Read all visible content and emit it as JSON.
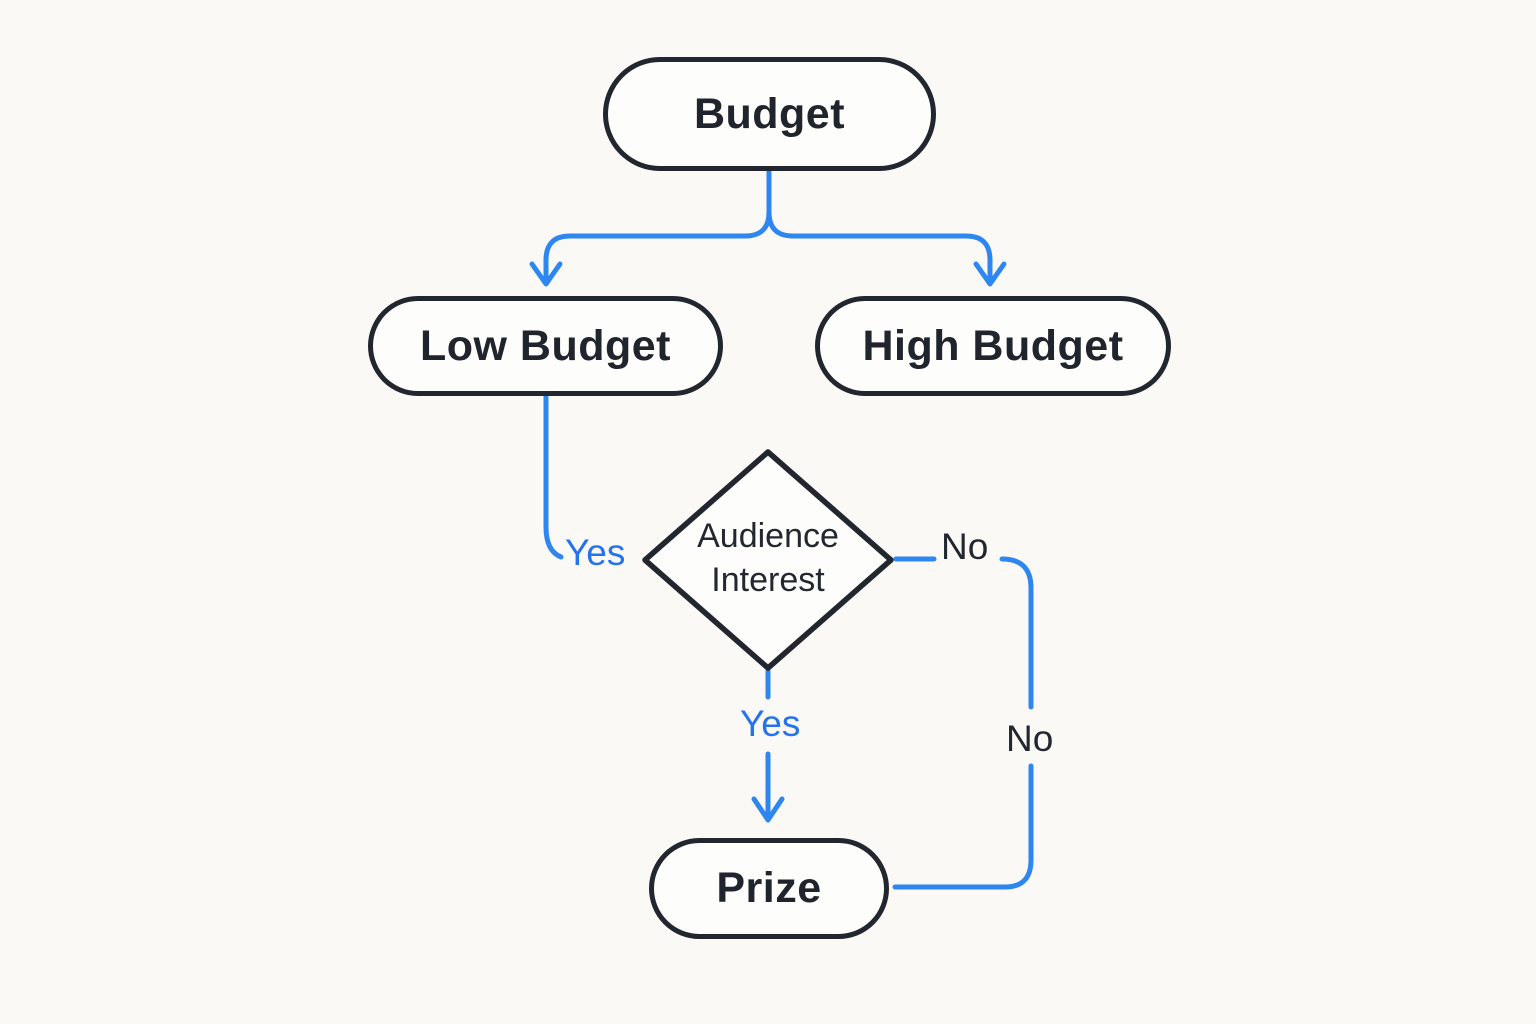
{
  "diagram": {
    "type": "flowchart",
    "nodes": [
      {
        "id": "budget",
        "label": "Budget",
        "shape": "pill"
      },
      {
        "id": "low-budget",
        "label": "Low Budget",
        "shape": "pill"
      },
      {
        "id": "high-budget",
        "label": "High Budget",
        "shape": "pill"
      },
      {
        "id": "audience-interest",
        "label": "Audience Interest",
        "label_line1": "Audience",
        "label_line2": "Interest",
        "shape": "diamond"
      },
      {
        "id": "prize",
        "label": "Prize",
        "shape": "pill"
      }
    ],
    "edges": [
      {
        "from": "Budget",
        "to": "Low Budget",
        "label": ""
      },
      {
        "from": "Budget",
        "to": "High Budget",
        "label": ""
      },
      {
        "from": "Low Budget",
        "to": "Audience Interest",
        "label": "Yes"
      },
      {
        "from": "Audience Interest",
        "to": "Prize",
        "label": "Yes"
      },
      {
        "from": "Audience Interest",
        "to": "Prize",
        "label": "No",
        "label_repeated": "No"
      }
    ],
    "edge_labels": {
      "yes_left": "Yes",
      "no_right": "No",
      "yes_bottom": "Yes",
      "no_vertical": "No"
    },
    "colors": {
      "edge": "#2e86f0",
      "node_stroke": "#22262e",
      "node_fill": "#fdfdfb",
      "background": "#faf9f6",
      "yes_label": "#2472ee",
      "no_label": "#22262e"
    }
  }
}
